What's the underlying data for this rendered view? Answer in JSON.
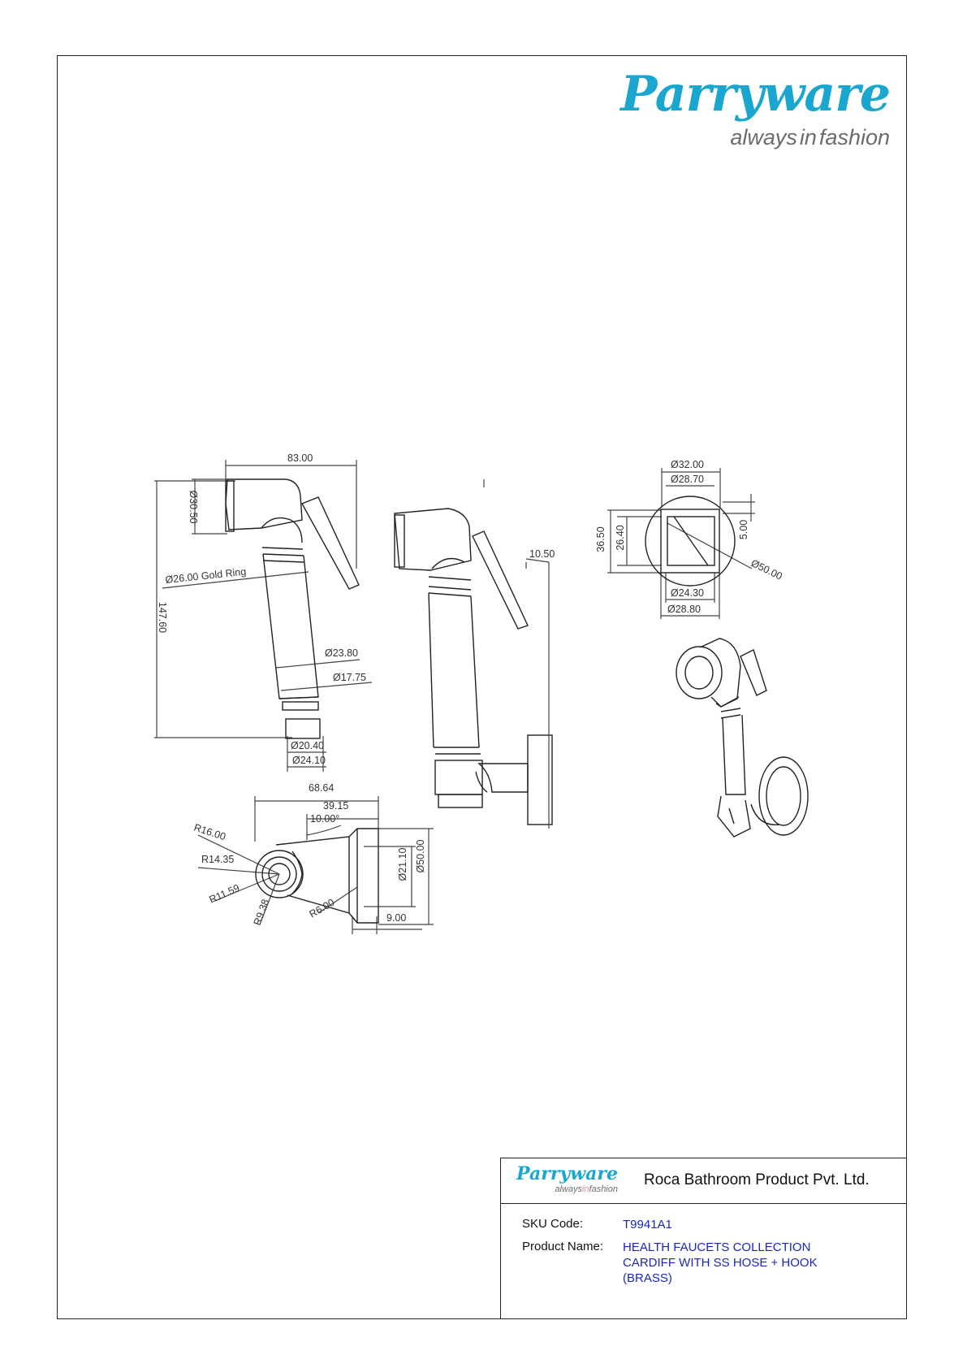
{
  "brand": {
    "name": "Parryware",
    "tagline_before": "always",
    "tagline_highlight": "in",
    "tagline_after": "fashion",
    "name_color": "#1aa6cf",
    "tagline_color": "#6b6b6b",
    "highlight_color": "#e48bb0"
  },
  "drawing": {
    "dims": {
      "d83": "83.00",
      "d30_50": "Ø30.50",
      "d26_gold": "Ø26.00  Gold Ring",
      "d147_60": "147.60",
      "d23_80": "Ø23.80",
      "d17_75": "Ø17.75",
      "d20_40": "Ø20.40",
      "d24_10": "Ø24.10",
      "d10_50": "10.50",
      "d32": "Ø32.00",
      "d28_70": "Ø28.70",
      "d36_50": "36.50",
      "d26_40": "26.40",
      "d5": "5.00",
      "d50_top": "Ø50.00",
      "d24_30": "Ø24.30",
      "d28_80": "Ø28.80",
      "d68_64": "68.64",
      "d39_15": "39.15",
      "d10_deg": "10.00°",
      "r16": "R16.00",
      "r14_35": "R14.35",
      "r11_59": "R11.59",
      "r9_38": "R9.38",
      "r6": "R6.00",
      "d21_10": "Ø21.10",
      "d50_side": "Ø50.00",
      "d9": "9.00"
    }
  },
  "title_block": {
    "company": "Roca Bathroom Product Pvt. Ltd.",
    "sku_label": "SKU Code:",
    "sku_value": "T9941A1",
    "product_label": "Product Name:",
    "product_line1": "HEALTH FAUCETS COLLECTION",
    "product_line2": "CARDIFF WITH SS HOSE + HOOK",
    "product_line3": "(BRASS)",
    "value_color": "#1b27b8"
  }
}
